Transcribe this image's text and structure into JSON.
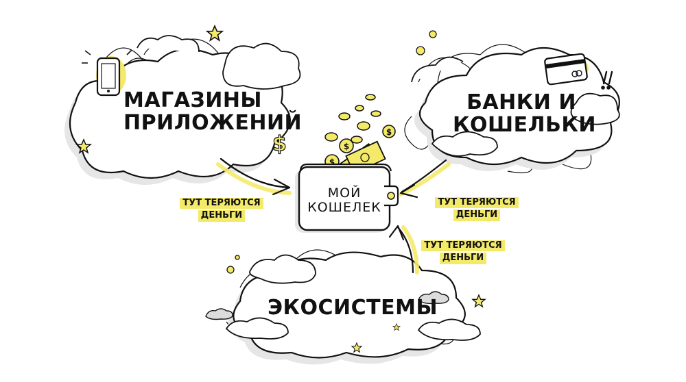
{
  "clouds": {
    "stores": {
      "line1": "МАГАЗИНЫ",
      "line2": "ПРИЛОЖЕНИЙ"
    },
    "banks": {
      "line1": "БАНКИ И",
      "line2": "КОШЕЛЬКИ"
    },
    "ecosystems": {
      "line1": "ЭКОСИСТЕМЫ"
    }
  },
  "wallet": {
    "line1": "МОЙ",
    "line2": "КОШЕЛЕК"
  },
  "loss_labels": [
    {
      "line1": "ТУТ ТЕРЯЮТСЯ",
      "line2": "ДЕНЬГИ"
    },
    {
      "line1": "ТУТ ТЕРЯЮТСЯ",
      "line2": "ДЕНЬГИ"
    },
    {
      "line1": "ТУТ ТЕРЯЮТСЯ",
      "line2": "ДЕНЬГИ"
    }
  ],
  "icons": [
    "smartphone-icon",
    "credit-card-icon",
    "dollar-sign-icon",
    "star-icon",
    "exclamation-icon",
    "coin-icon",
    "banknote-icon",
    "arrow-icon"
  ],
  "colors": {
    "accent": "#f4ea6a",
    "ink": "#111111",
    "cloud_fill": "#ffffff",
    "cloud_shadow": "#e6e6e6"
  }
}
